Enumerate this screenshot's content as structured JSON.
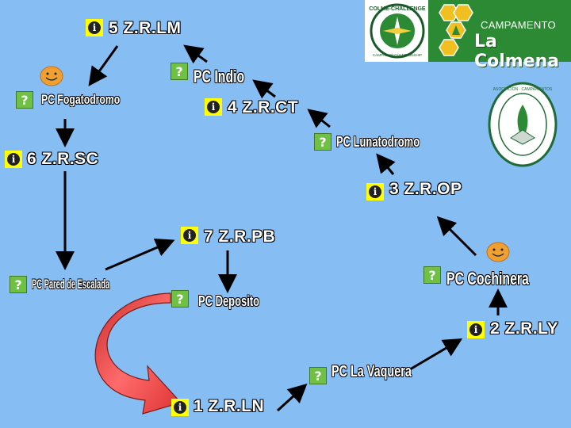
{
  "nodes": {
    "zr5": "5 Z.R.LM",
    "pc_indio": "PC Indio",
    "zr4": "4 Z.R.CT",
    "pc_fogatodromo": "PC Fogatodromo",
    "zr6": "6 Z.R.SC",
    "pc_lunatodromo": "PC Lunatodromo",
    "zr3": "3 Z.R.OP",
    "zr7": "7 Z.R.PB",
    "pc_pared": "PC Pared de Escalada",
    "pc_cochinera": "PC Cochinera",
    "pc_deposito": "PC Deposito",
    "zr2": "2 Z.R.LY",
    "pc_vaquera": "PC La Vaquera",
    "zr1": "1 Z.R.LN"
  },
  "logos": {
    "campamento": "CAMPAMENTO",
    "la_colmena": "La Colmena",
    "colme_challenge": "COLME-CHALLENGE",
    "colme_subtitle": "CAMPACUM CHAMPIONSHIP",
    "seal_text": "ASOCIACION · CAMPAMENTOS"
  },
  "icons": {
    "info": "info-icon",
    "help": "help-icon",
    "smiley": "smiley-icon"
  },
  "colors": {
    "background": "#86bdf2",
    "info_bg": "#ffff00",
    "help_bg": "#70c046",
    "curved_arrow": "#e8413f",
    "brand_green": "#2d8a34"
  }
}
